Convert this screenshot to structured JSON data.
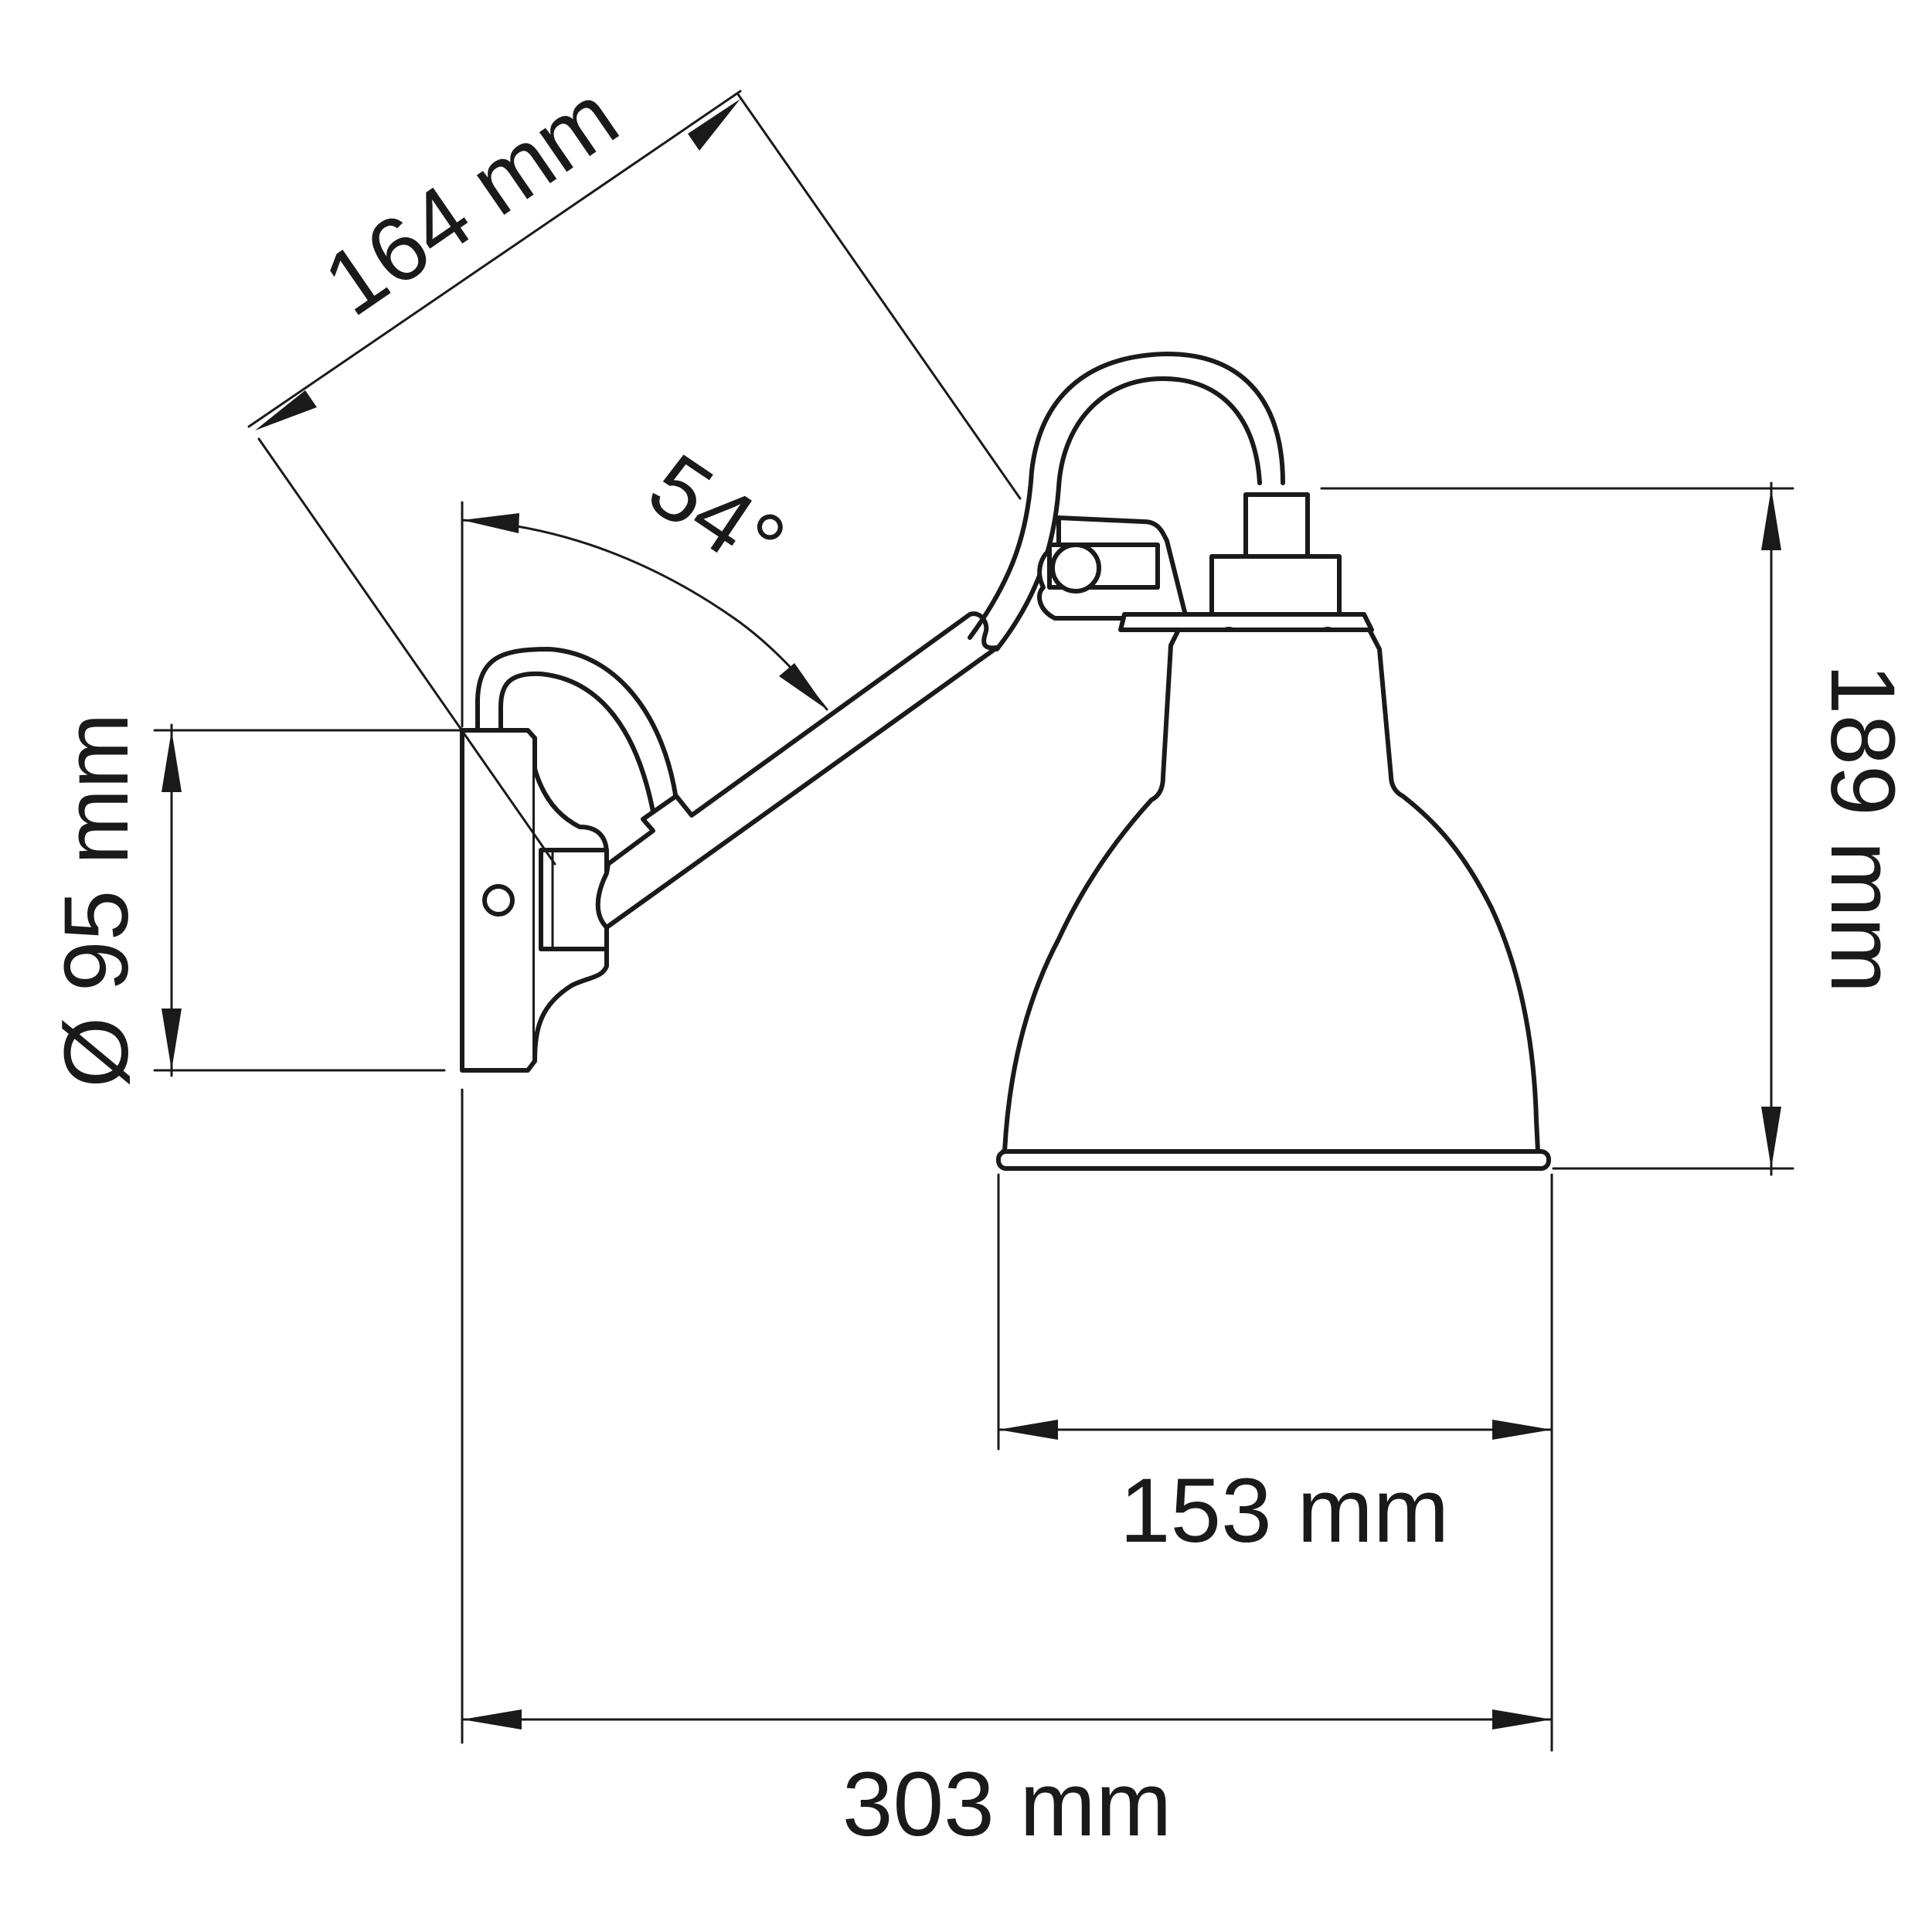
{
  "drawing": {
    "dimensions": {
      "width_overall": "303 mm",
      "shade_diameter": "153 mm",
      "height": "189 mm",
      "base_diameter": "Ø 95 mm",
      "arm_length": "164 mm",
      "arm_angle": "54°"
    }
  }
}
